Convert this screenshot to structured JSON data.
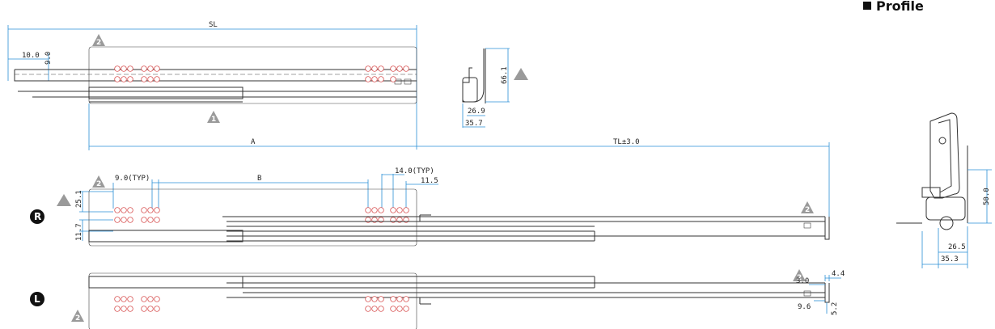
{
  "title": "Profile",
  "side_labels": {
    "right": "R",
    "left": "L"
  },
  "markers": {
    "two": "2",
    "one": "1"
  },
  "dimensions": {
    "sl": "SL",
    "a": "A",
    "tl": "TL±3.0",
    "b": "B",
    "d10_0": "10.0",
    "d9_0": "9.0",
    "d66_1": "66.1",
    "d26_9": "26.9",
    "d35_7": "35.7",
    "typ9": "9.0(TYP)",
    "typ14": "14.0(TYP)",
    "d11_5": "11.5",
    "d25_1": "25.1",
    "d11_7": "11.7",
    "d4_4": "4.4",
    "d3_0": "3.0",
    "d9_6": "9.6",
    "d5_2": "5.2",
    "d50_0": "50.0",
    "d26_5": "26.5",
    "d35_3": "35.3"
  }
}
